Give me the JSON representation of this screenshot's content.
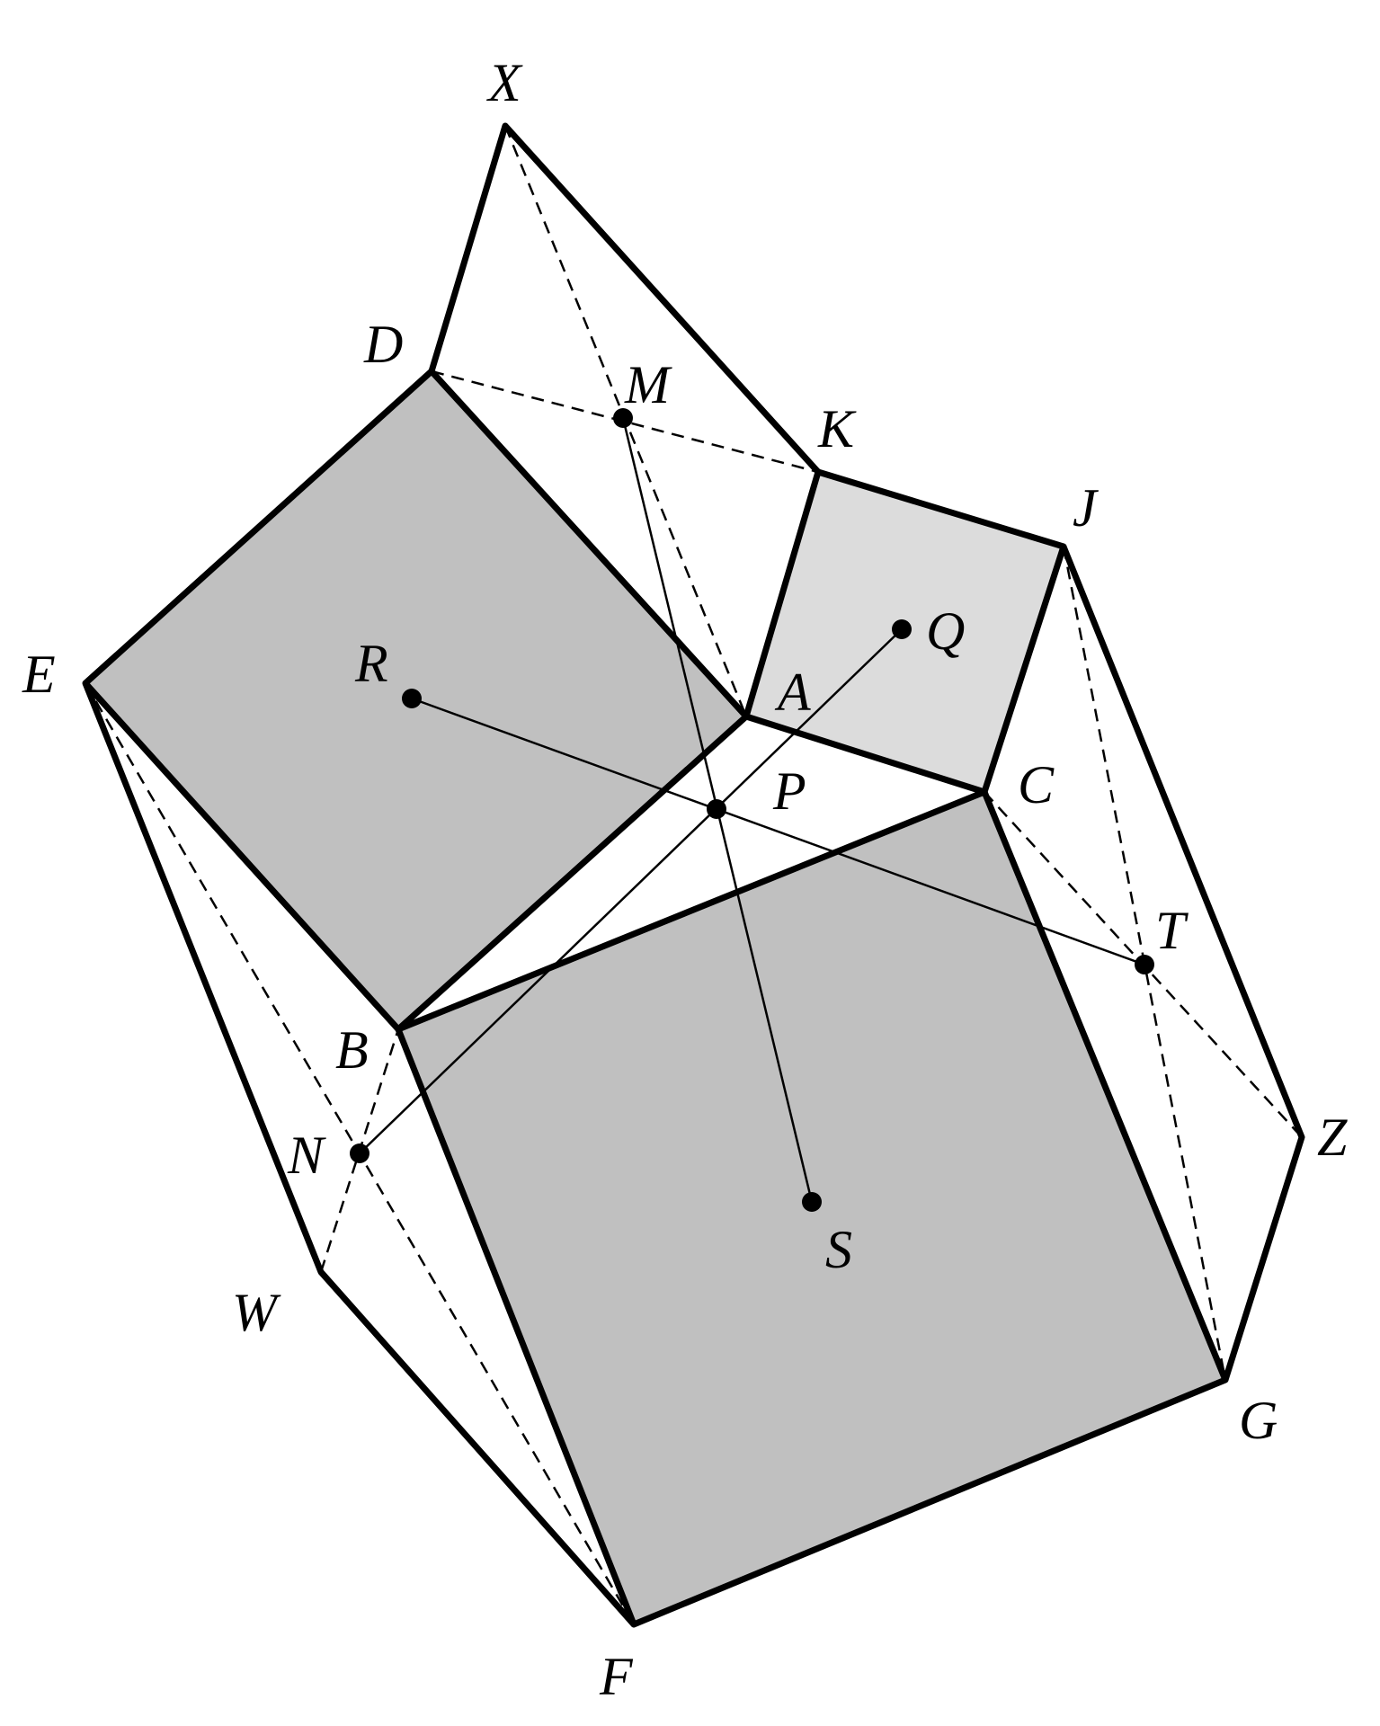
{
  "figure": {
    "labels": {
      "X": "X",
      "D": "D",
      "M": "M",
      "K": "K",
      "J": "J",
      "Q": "Q",
      "R": "R",
      "A": "A",
      "E": "E",
      "P": "P",
      "C": "C",
      "T": "T",
      "B": "B",
      "N": "N",
      "Z": "Z",
      "S": "S",
      "W": "W",
      "G": "G",
      "F": "F"
    },
    "colors": {
      "dark_fill": "#c0c0c0",
      "light_fill": "#dcdcdc",
      "line": "#000000",
      "background": "#ffffff"
    }
  }
}
